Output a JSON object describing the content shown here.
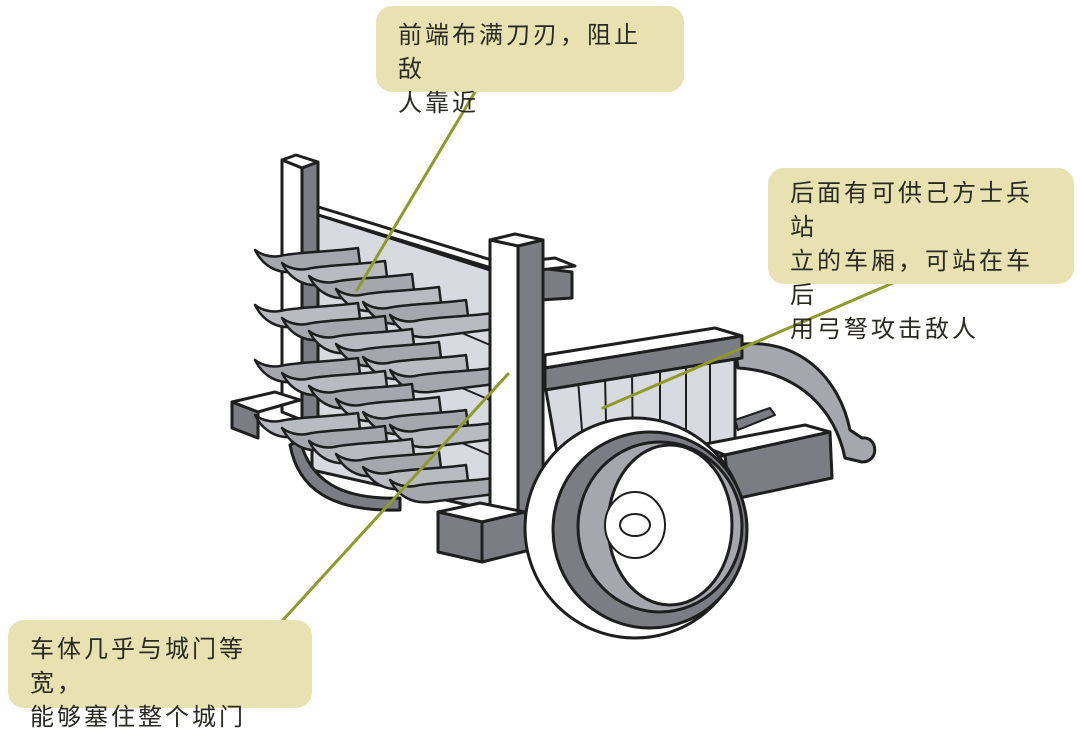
{
  "title": "Ancient war chariot with bladed front (diagram)",
  "colors": {
    "callout_bg": "#e8e2b2",
    "leader_line": "#8e9a2a",
    "outline": "#1e1e1e",
    "dark_gray": "#7c7d82",
    "mid_gray": "#a6a7ad",
    "light_gray": "#d9dadf",
    "white": "#ffffff"
  },
  "callouts": [
    {
      "id": "front-blades",
      "text": "前端布满刀刃，阻止敌\n人靠近",
      "points_to": "front blade array"
    },
    {
      "id": "rear-compartment",
      "text": "后面有可供己方士兵站\n立的车厢，可站在车后\n用弓弩攻击敌人",
      "points_to": "rear standing compartment"
    },
    {
      "id": "body-width",
      "text": "车体几乎与城门等宽，\n能够塞住整个城门",
      "points_to": "chariot body / front panel"
    }
  ],
  "illustration": {
    "subject": "two-wheeled siege chariot",
    "parts": [
      "left-post",
      "right-post",
      "front-panel",
      "blade-rows",
      "axle-beam",
      "wheel",
      "rear-compartment",
      "rear-handle-arc",
      "tow-knob"
    ],
    "blade_rows": 4,
    "blades_per_row": 6
  }
}
